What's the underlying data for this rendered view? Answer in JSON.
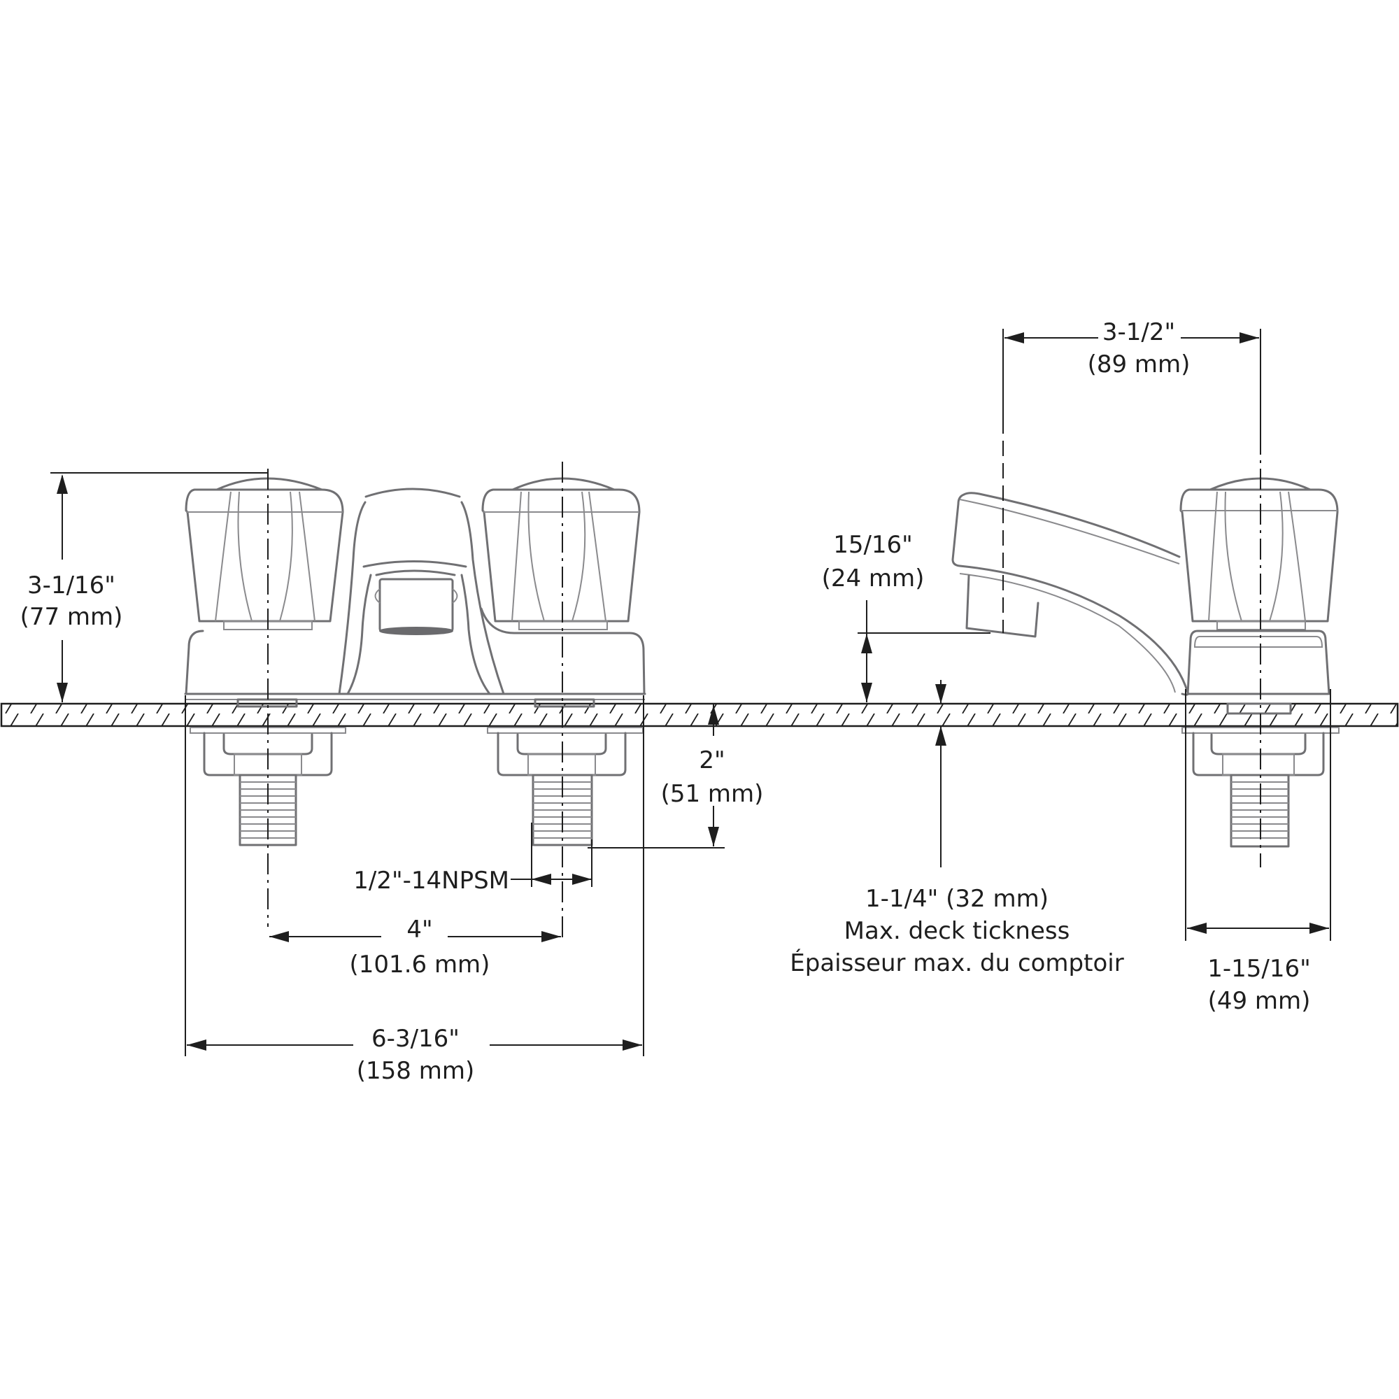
{
  "diagram": {
    "type": "technical-dimension-drawing",
    "subject": "two-handle centerset faucet, front and side elevation",
    "colors": {
      "part_outline": "#707073",
      "dimension_line": "#1e1e1e",
      "background": "#ffffff"
    },
    "dimensions": {
      "overall_height": {
        "imperial": "3-1/16\"",
        "metric": "(77 mm)"
      },
      "spout_reach": {
        "imperial": "3-1/2\"",
        "metric": "(89 mm)"
      },
      "spout_clearance": {
        "imperial": "15/16\"",
        "metric": "(24 mm)"
      },
      "shank_length": {
        "imperial": "2\"",
        "metric": "(51 mm)"
      },
      "thread_spec": {
        "label": "1/2\"-14NPSM"
      },
      "center_spacing": {
        "imperial": "4\"",
        "metric": "(101.6 mm)"
      },
      "base_width": {
        "imperial": "6-3/16\"",
        "metric": "(158 mm)"
      },
      "deck_thickness": {
        "value": "1-1/4\" (32 mm)",
        "label_en": "Max. deck tickness",
        "label_fr": "Épaisseur max. du comptoir"
      },
      "base_depth": {
        "imperial": "1-15/16\"",
        "metric": "(49 mm)"
      }
    }
  }
}
